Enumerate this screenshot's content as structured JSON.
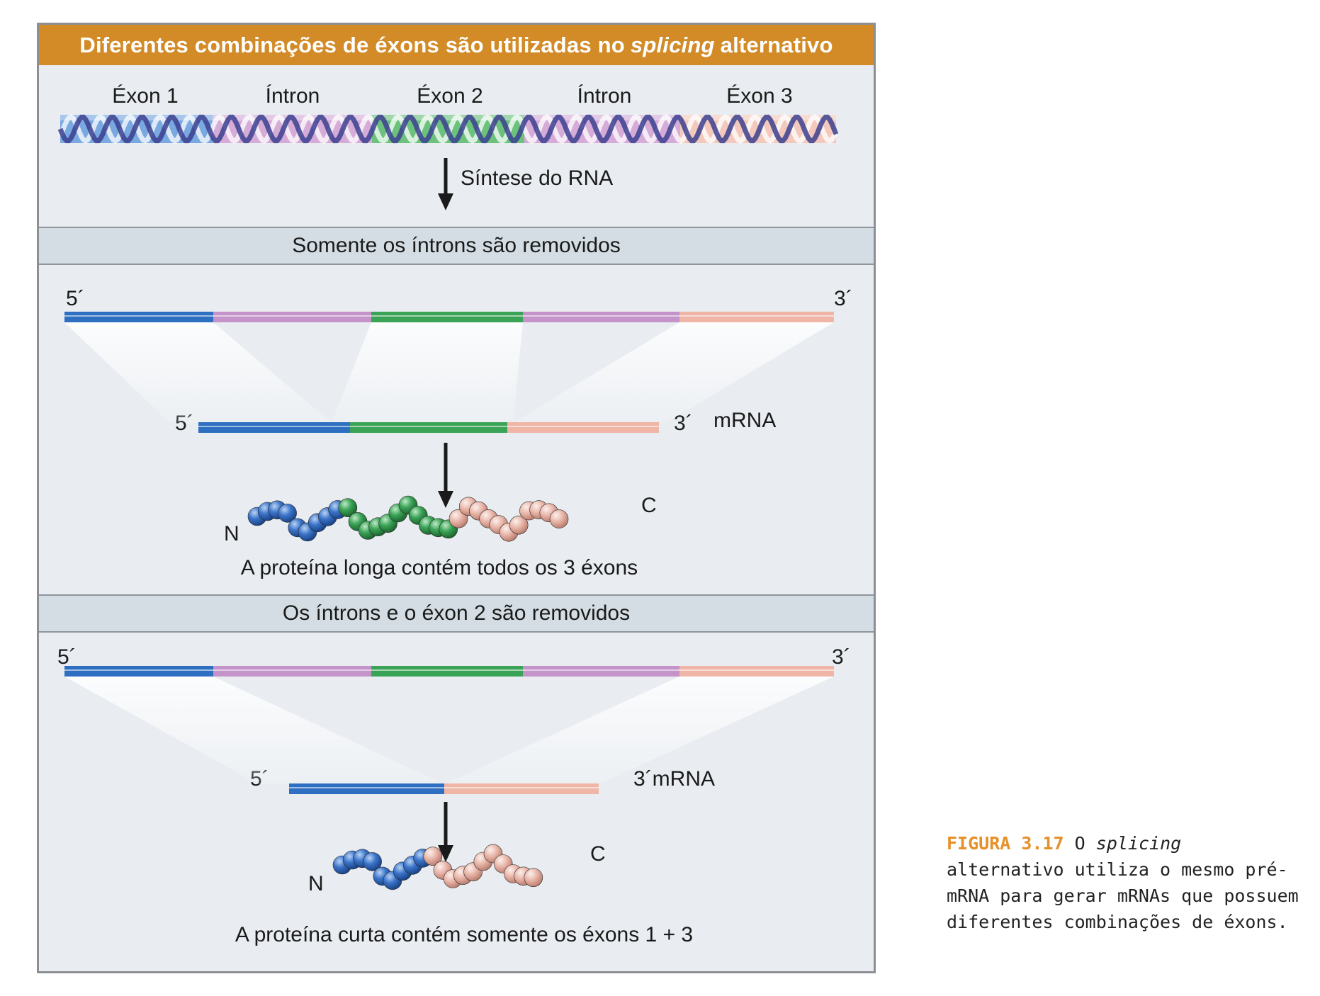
{
  "title": {
    "part1": "Diferentes combinações de éxons são utilizadas no",
    "italic": "splicing",
    "part2": "alternativo"
  },
  "dna_labels": [
    "Éxon 1",
    "Íntron",
    "Éxon 2",
    "Íntron",
    "Éxon 3"
  ],
  "rna_synthesis_label": "Síntese do RNA",
  "section1": {
    "header": "Somente os íntrons são removidos",
    "pre_5": "5´",
    "pre_3": "3´",
    "mrna_5": "5´",
    "mrna_3": "3´",
    "mrna_label": "mRNA",
    "protein_n": "N",
    "protein_c": "C",
    "protein_caption": "A proteína longa contém todos os 3 éxons"
  },
  "section2": {
    "header": "Os íntrons e o éxon 2 são removidos",
    "pre_5": "5´",
    "pre_3": "3´",
    "mrna_5": "5´",
    "mrna_3_label": "3´mRNA",
    "protein_n": "N",
    "protein_c": "C",
    "protein_caption": "A proteína curta contém somente os éxons 1 + 3"
  },
  "caption": {
    "figure_label": "FIGURA 3.17",
    "text_before": "O",
    "italic": "splicing",
    "text_after": "alternativo utiliza o mesmo pré-mRNA para gerar mRNAs que possuem diferentes combinações de éxons."
  },
  "colors": {
    "exon1": "#2e6fc1",
    "intron": "#c493c9",
    "exon2": "#3aa356",
    "exon3": "#efb5a6",
    "title_bar": "#d28b27",
    "caption_label": "#e6902a"
  }
}
